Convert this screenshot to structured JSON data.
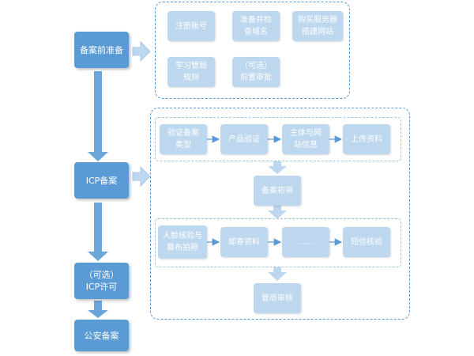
{
  "stages": {
    "prep": "备案前准备",
    "icp": "ICP备案",
    "license": "（可选）\nICP许可",
    "police": "公安备案"
  },
  "prep_tasks": [
    "注册账号",
    "准备并检\n查域名",
    "购买服务器\n搭建网站",
    "学习管局\n规则",
    "（可选）\n前置审批"
  ],
  "icp_row1": [
    "验证备案\n类型",
    "产品验证",
    "主体与网\n站信息",
    "上传资料"
  ],
  "icp_initial_review": "备案初审",
  "icp_row2": [
    "人脸核验与\n幕布拍照",
    "邮寄资料",
    "......",
    "短信核验"
  ],
  "icp_final_review": "管局审核",
  "colors": {
    "main": "#5b9bd5",
    "sub": "#bdd7ee",
    "border": "#5b9bd5"
  }
}
